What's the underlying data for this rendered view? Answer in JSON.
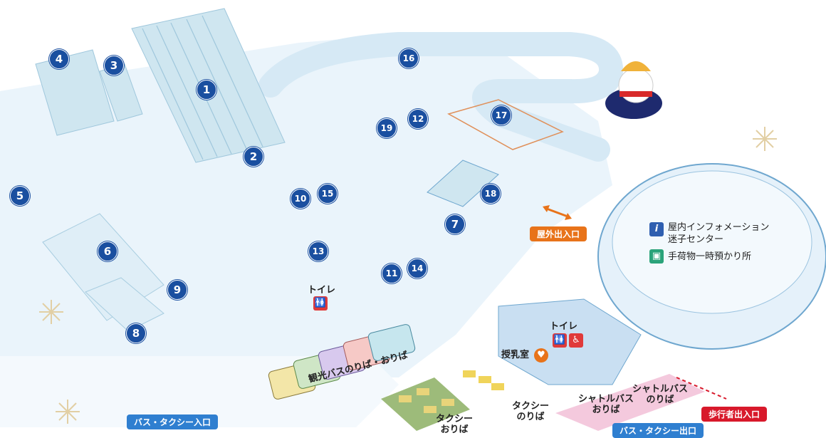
{
  "colors": {
    "marker": "#1a4fa0",
    "snow": "#dcecf7",
    "slope": "#cfe6f0",
    "orange": "#e8731a",
    "red": "#d8192b",
    "blue_badge": "#2f7fd0",
    "toilet": "#e03a3a",
    "green_icon": "#2aa37a"
  },
  "markers": [
    "1",
    "2",
    "3",
    "4",
    "5",
    "6",
    "7",
    "8",
    "9",
    "10",
    "11",
    "12",
    "13",
    "14",
    "15",
    "16",
    "17",
    "18",
    "19"
  ],
  "labels": {
    "outdoor_entrance": "屋外出入口",
    "toilet_1": "トイレ",
    "toilet_2": "トイレ",
    "nursing_room": "授乳室",
    "tour_bus": "観光バスのりば・おりば",
    "taxi_drop": "タクシー\nおりば",
    "taxi_pick": "タクシー\nのりば",
    "shuttle_drop": "シャトルバス\nおりば",
    "shuttle_pick": "シャトルバス\nのりば",
    "pedestrian": "歩行者出入口",
    "bus_taxi_in": "バス・タクシー入口",
    "bus_taxi_out": "バス・タクシー出口"
  },
  "legend": {
    "info_line1": "屋内インフォメーション",
    "info_line2": "迷子センター",
    "luggage": "手荷物一時預かり所"
  },
  "icons": [
    "info-icon",
    "luggage-icon",
    "toilet-icon",
    "wheelchair-icon",
    "nursing-icon",
    "snowflake-icon",
    "snowman-mascot-icon"
  ]
}
